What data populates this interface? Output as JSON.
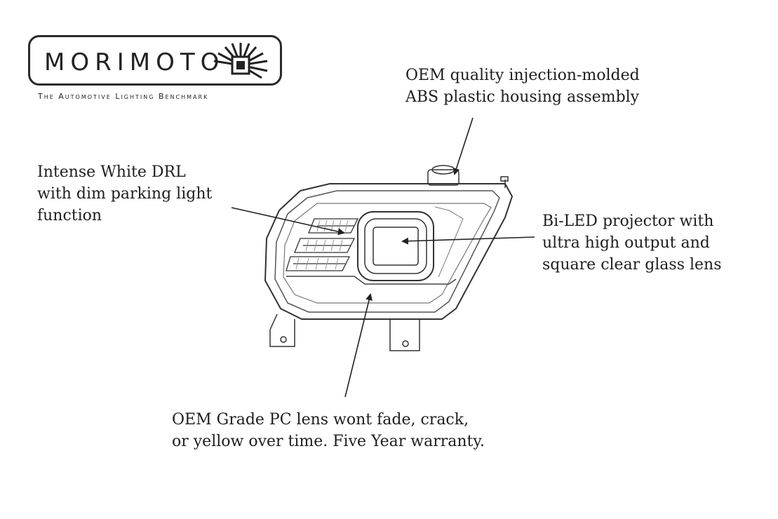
{
  "logo": {
    "wordmark": "MORIMOTO",
    "tagline": "The Automotive Lighting Benchmark"
  },
  "callouts": {
    "housing": {
      "line1": "OEM quality injection-molded",
      "line2": "ABS plastic housing assembly"
    },
    "drl": {
      "line1": "Intense White DRL",
      "line2": "with dim parking light",
      "line3": "function"
    },
    "projector": {
      "line1": "Bi-LED projector with",
      "line2": "ultra high output and",
      "line3": "square clear glass lens"
    },
    "lens": {
      "line1": "OEM Grade PC lens wont fade, crack,",
      "line2": "or yellow over time. Five Year warranty."
    }
  }
}
